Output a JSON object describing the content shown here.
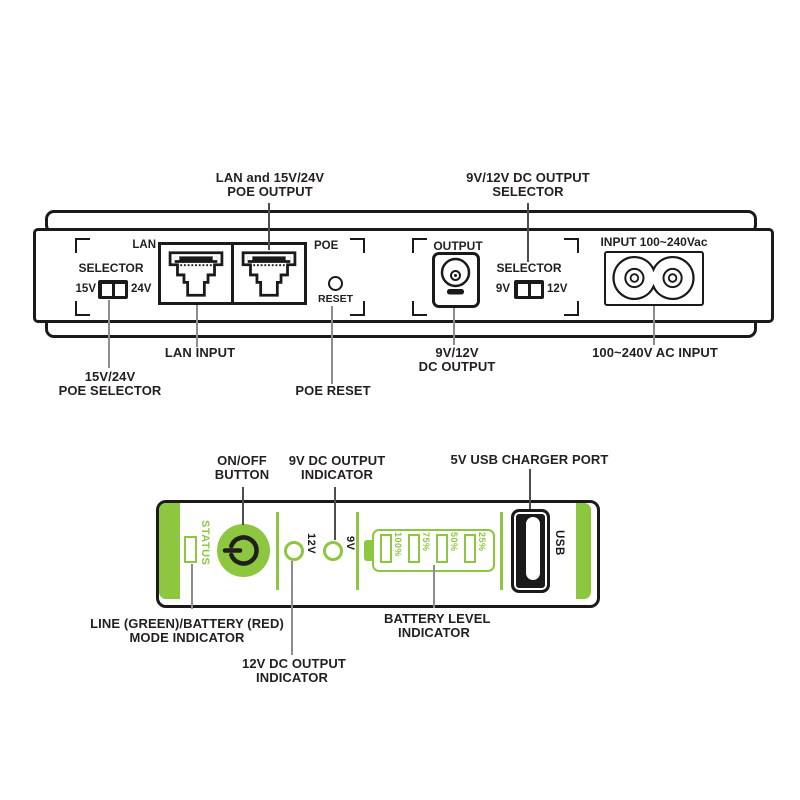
{
  "colors": {
    "green": "#8dc63f",
    "ink": "#231f20",
    "line_dark": "#4d4d4d",
    "line_gray": "#8c8c8c"
  },
  "top_panel": {
    "callouts_top": [
      {
        "lines": [
          "LAN and 15V/24V",
          "POE OUTPUT"
        ]
      },
      {
        "lines": [
          "9V/12V DC OUTPUT",
          "SELECTOR"
        ]
      }
    ],
    "poe_selector": {
      "title": "SELECTOR",
      "left": "15V",
      "right": "24V"
    },
    "lan_port_label": "LAN",
    "poe_port_label": "POE",
    "reset_label": "RESET",
    "output_label": "OUTPUT",
    "dc_selector": {
      "title": "SELECTOR",
      "left": "9V",
      "right": "12V"
    },
    "ac_input_label": "INPUT 100~240Vac",
    "callouts_bottom": [
      {
        "lines": [
          "15V/24V",
          "POE SELECTOR"
        ]
      },
      {
        "lines": [
          "LAN INPUT"
        ]
      },
      {
        "lines": [
          "POE RESET"
        ]
      },
      {
        "lines": [
          "9V/12V",
          "DC OUTPUT"
        ]
      },
      {
        "lines": [
          "100~240V AC INPUT"
        ]
      }
    ]
  },
  "front_panel": {
    "status_label": "STATUS",
    "output_12v_label": "12V",
    "output_9v_label": "9V",
    "battery_levels": [
      "100%",
      "75%",
      "50%",
      "25%"
    ],
    "usb_label": "USB",
    "callouts_top": [
      {
        "lines": [
          "ON/OFF",
          "BUTTON"
        ]
      },
      {
        "lines": [
          "9V DC OUTPUT",
          "INDICATOR"
        ]
      },
      {
        "lines": [
          "5V USB CHARGER PORT"
        ]
      }
    ],
    "callouts_bottom": [
      {
        "lines": [
          "LINE (GREEN)/BATTERY (RED)",
          "MODE INDICATOR"
        ]
      },
      {
        "lines": [
          "12V DC OUTPUT",
          "INDICATOR"
        ]
      },
      {
        "lines": [
          "BATTERY LEVEL",
          "INDICATOR"
        ]
      }
    ]
  }
}
